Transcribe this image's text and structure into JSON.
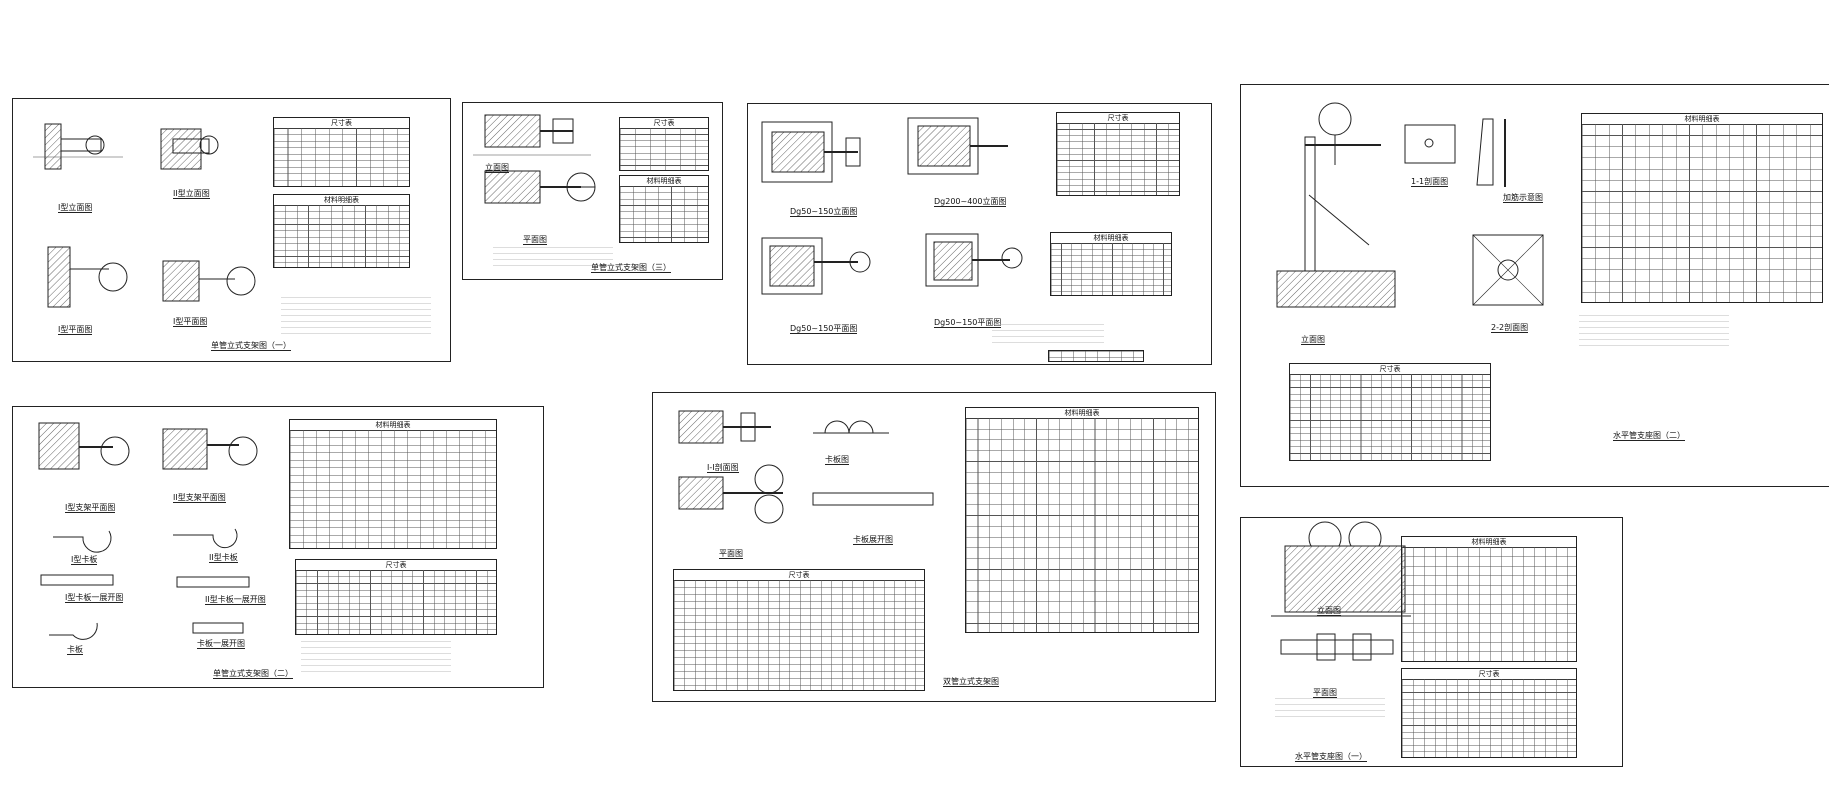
{
  "sheets": {
    "s1": {
      "title": "单管立式支架图（一）",
      "views": [
        "I型立面图",
        "II型立面图",
        "I型平面图",
        "I型平面图"
      ],
      "dim_table": "尺寸表",
      "mat_table": "材料明细表"
    },
    "s2": {
      "title": "单管立式支架图（三）",
      "views": [
        "立面图",
        "平面图"
      ],
      "dim_table": "尺寸表",
      "mat_table": "材料明细表"
    },
    "s3": {
      "views": [
        "Dg50~150立面图",
        "Dg200~400立面图",
        "Dg50~150平面图",
        "Dg50~150平面图"
      ],
      "dim_table": "尺寸表",
      "mat_table": "材料明细表"
    },
    "s4": {
      "title": "水平管支座图（二）",
      "views": [
        "立面图",
        "1-1剖面图",
        "加筋示意图",
        "2-2剖面图"
      ],
      "dim_table": "尺寸表",
      "mat_table": "材料明细表"
    },
    "s5": {
      "title": "单管立式支架图（二）",
      "views": [
        "I型支架平面图",
        "II型支架平面图",
        "I型卡板",
        "II型卡板",
        "I型卡板一展开图",
        "II型卡板一展开图",
        "卡板",
        "卡板一展开图"
      ],
      "dim_table": "尺寸表",
      "mat_table": "材料明细表"
    },
    "s6": {
      "title": "双管立式支架图",
      "views": [
        "I-I剖面图",
        "卡板图",
        "平面图",
        "卡板展开图"
      ],
      "dim_table": "尺寸表",
      "mat_table": "材料明细表"
    },
    "s7": {
      "title": "水平管支座图（一）",
      "views": [
        "立面图",
        "平面图"
      ],
      "dim_table": "尺寸表",
      "mat_table": "材料明细表"
    }
  }
}
